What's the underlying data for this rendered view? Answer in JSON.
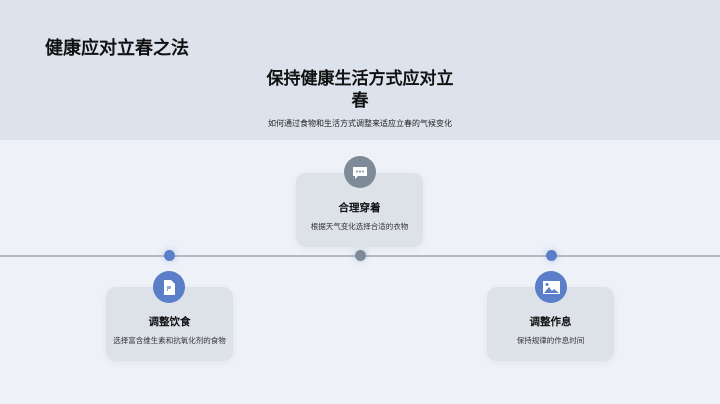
{
  "header": {
    "page_title": "健康应对立春之法",
    "main_title": "保持健康生活方式应对立春",
    "subtitle": "如何通过食物和生活方式调整来适应立春的气候变化"
  },
  "timeline": [
    {
      "title": "调整饮食",
      "desc": "选择富含维生素和抗氧化剂的食物",
      "icon": "document-icon",
      "color": "#5b7ec9"
    },
    {
      "title": "合理穿着",
      "desc": "根据天气变化选择合适的衣物",
      "icon": "chat-icon",
      "color": "#7f8a99"
    },
    {
      "title": "调整作息",
      "desc": "保持规律的作息时间",
      "icon": "image-icon",
      "color": "#5b7ec9"
    }
  ]
}
